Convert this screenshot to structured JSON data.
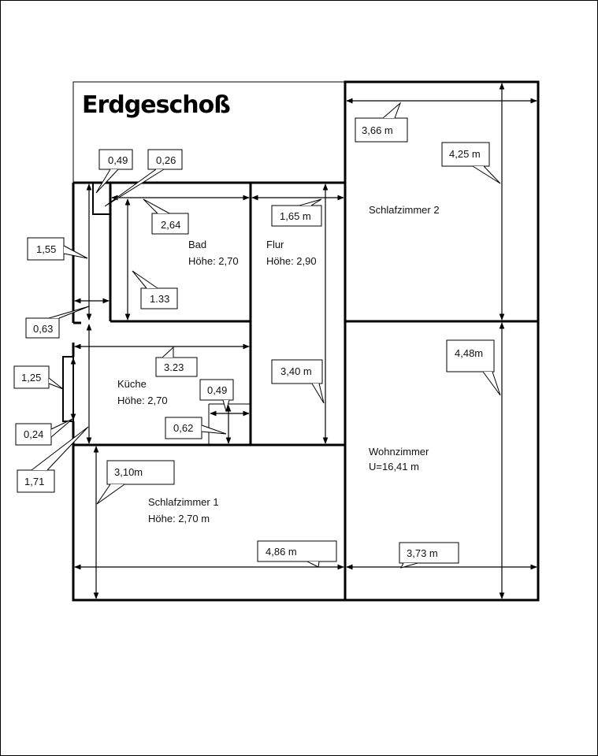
{
  "title": "Erdgeschoß",
  "rooms": {
    "bad": {
      "name": "Bad",
      "height": "Höhe: 2,70"
    },
    "flur": {
      "name": "Flur",
      "height": "Höhe: 2,90"
    },
    "kueche": {
      "name": "Küche",
      "height": "Höhe: 2,70"
    },
    "schlafzimmer1": {
      "name": "Schlafzimmer 1",
      "height": "Höhe: 2,70 m"
    },
    "schlafzimmer2": {
      "name": "Schlafzimmer 2"
    },
    "wohnzimmer": {
      "name": "Wohnzimmer",
      "info": "U=16,41 m"
    }
  },
  "dimensions": {
    "d_049_top": "0,49",
    "d_026": "0,26",
    "d_264": "2,64",
    "d_155": "1,55",
    "d_133": "1.33",
    "d_063": "0,63",
    "d_165": "1,65 m",
    "d_366": "3,66 m",
    "d_425": "4,25 m",
    "d_323": "3.23",
    "d_125": "1,25",
    "d_049_kitchen": "0,49",
    "d_340": "3,40 m",
    "d_448": "4,48m",
    "d_024": "0,24",
    "d_062": "0,62",
    "d_171": "1,71",
    "d_310": "3,10m",
    "d_486": "4,86 m",
    "d_373": "3,73 m"
  }
}
